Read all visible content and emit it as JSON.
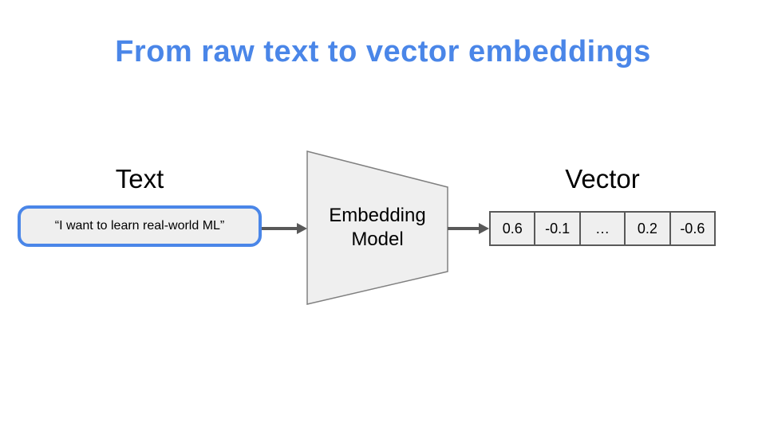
{
  "title": "From raw text to vector embeddings",
  "colors": {
    "title_blue": "#4a86e8",
    "text_box_border_blue": "#4a86e8",
    "arrow_gray": "#595959",
    "cell_border_gray": "#595959",
    "shape_fill_gray": "#efefef",
    "trapezoid_border_gray": "#808080"
  },
  "text_section": {
    "label": "Text",
    "quote": "“I want to learn real-world ML”"
  },
  "model": {
    "name": "Embedding Model"
  },
  "vector_section": {
    "label": "Vector",
    "cells": [
      "0.6",
      "-0.1",
      "…",
      "0.2",
      "-0.6"
    ]
  }
}
